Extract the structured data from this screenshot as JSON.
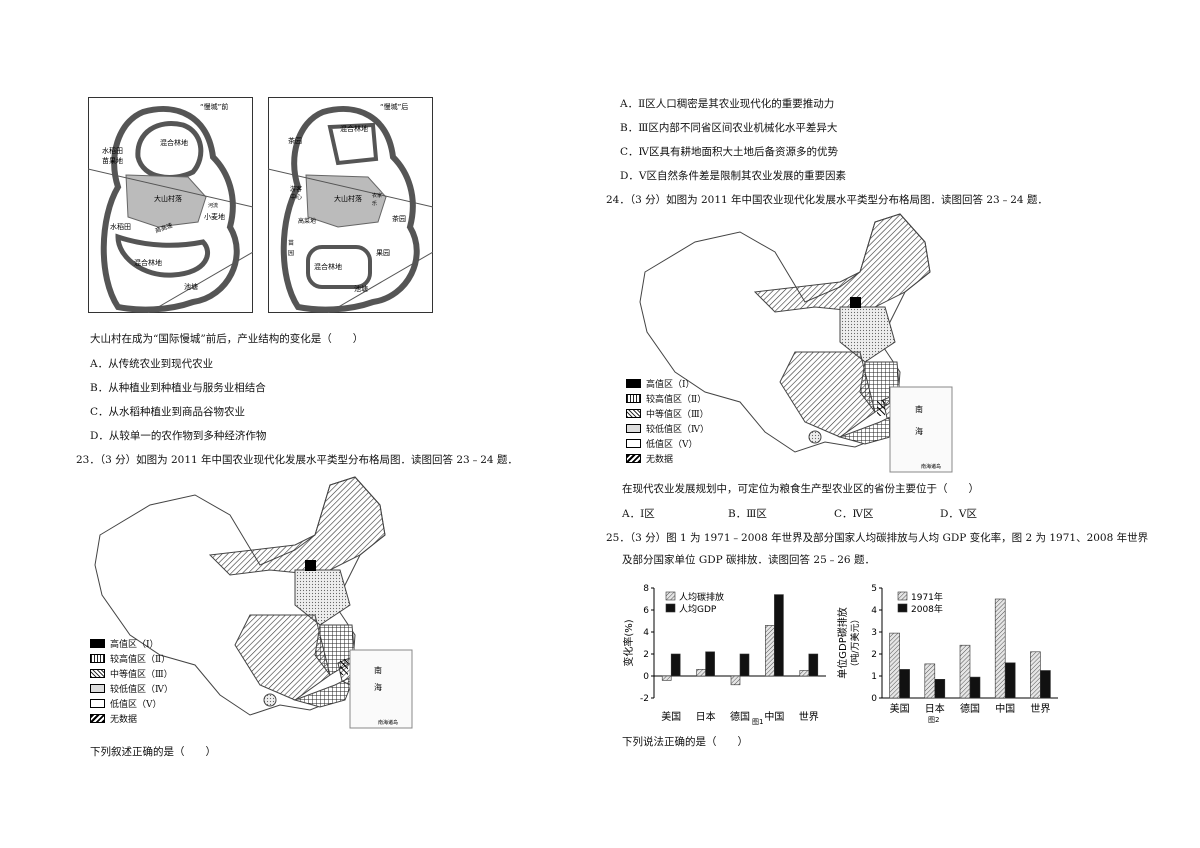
{
  "map_before": {
    "title": "“慢城”前",
    "labels": {
      "mixed_forest_top": "混合林地",
      "paddy_orchard_1": "水稻田",
      "paddy_orchard_2": "苗果地",
      "village": "大山村落",
      "wheat": "小麦地",
      "paddy": "水稻田",
      "mixed_forest_bottom": "混合林地",
      "pond": "池塘",
      "road": "商高速",
      "river": "河流"
    }
  },
  "map_after": {
    "title": "“慢城”后",
    "labels": {
      "mixed_forest_top": "混合林地",
      "tea": "茶园",
      "visitor_center_1": "游客",
      "visitor_center_2": "中心",
      "village": "大山村落",
      "farm_1": "农家",
      "farm_2": "乐",
      "fruit": "茶园",
      "veg_plot": "高菜地",
      "seedling": "苗",
      "nursery": "园",
      "mixed_forest_bottom": "混合林地",
      "orchard": "果园",
      "pond": "池塘"
    }
  },
  "q22": {
    "stem": "大山村在成为“国际慢城”前后，产业结构的变化是（　　）",
    "options": [
      "A．从传统农业到现代农业",
      "B．从种植业到种植业与服务业相结合",
      "C．从水稻种植业到商品谷物农业",
      "D．从较单一的农作物到多种经济作物"
    ]
  },
  "q23": {
    "stem": "23．（3 分）如图为 2011 年中国农业现代化发展水平类型分布格局图．读图回答 23﹣24 题．",
    "after": "下列叙述正确的是（　　）"
  },
  "q23_options": [
    "A．Ⅱ区人口稠密是其农业现代化的重要推动力",
    "B．Ⅲ区内部不同省区间农业机械化水平差异大",
    "C．Ⅳ区具有耕地面积大土地后备资源多的优势",
    "D．Ⅴ区自然条件差是限制其农业发展的重要因素"
  ],
  "q24": {
    "stem": "24．（3 分）如图为 2011 年中国农业现代化发展水平类型分布格局图．读图回答 23﹣24 题．",
    "after": "在现代农业发展规划中，可定位为粮食生产型农业区的省份主要位于（　　）",
    "options": [
      "A．Ⅰ区",
      "B．Ⅲ区",
      "C．Ⅳ区",
      "D．Ⅴ区"
    ]
  },
  "legend": [
    "高值区（Ⅰ）",
    "较高值区（Ⅱ）",
    "中等值区（Ⅲ）",
    "较低值区（Ⅳ）",
    "低值区（Ⅴ）",
    "无数据"
  ],
  "inset": {
    "line1": "南",
    "line2": "海",
    "footer": "南海诸岛"
  },
  "q25": {
    "stem1": "25．（3 分）图 1 为 1971﹣2008 年世界及部分国家人均碳排放与人均 GDP 变化率，图 2 为 1971、2008 年世界",
    "stem2": "及部分国家单位 GDP 碳排放．读图回答 25﹣26 题．",
    "after": "下列说法正确的是（　　）"
  },
  "chart_data": [
    {
      "type": "bar",
      "title": "图1",
      "ylabel": "变化率(%)",
      "categories": [
        "美国",
        "日本",
        "德国",
        "中国",
        "世界"
      ],
      "series": [
        {
          "name": "人均碳排放",
          "values": [
            -0.4,
            0.6,
            -0.8,
            4.6,
            0.5
          ]
        },
        {
          "name": "人均GDP",
          "values": [
            2.0,
            2.2,
            2.0,
            7.4,
            2.0
          ]
        }
      ],
      "ylim": [
        -2,
        8
      ],
      "yticks": [
        -2,
        0,
        2,
        4,
        6,
        8
      ]
    },
    {
      "type": "bar",
      "title": "图2",
      "ylabel": "单位GDP碳排放",
      "yunit": "（吨/万美元）",
      "categories": [
        "美国",
        "日本",
        "德国",
        "中国",
        "世界"
      ],
      "series": [
        {
          "name": "1971年",
          "values": [
            2.95,
            1.55,
            2.4,
            4.5,
            2.1
          ]
        },
        {
          "name": "2008年",
          "values": [
            1.3,
            0.85,
            0.95,
            1.6,
            1.25
          ]
        }
      ],
      "ylim": [
        0,
        5
      ],
      "yticks": [
        0,
        1,
        2,
        3,
        4,
        5
      ]
    }
  ]
}
